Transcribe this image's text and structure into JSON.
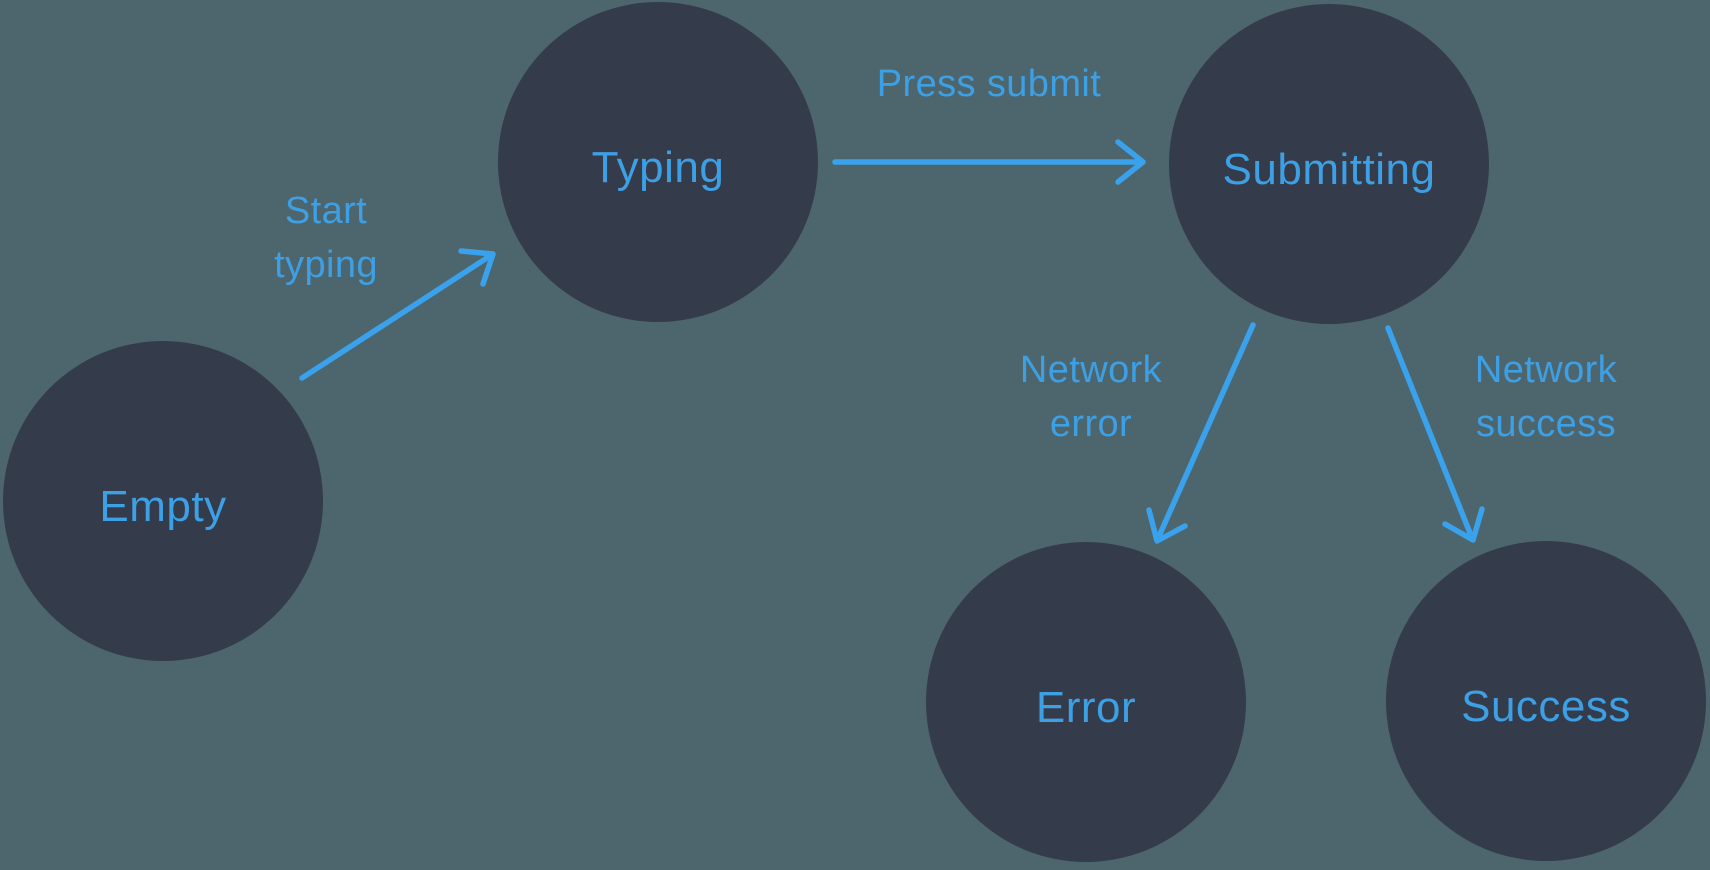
{
  "colors": {
    "background": "#4D666D",
    "node_fill": "#343B4A",
    "text_blue": "#3D9FE4",
    "arrow_blue": "#3AA2EC"
  },
  "diagram": {
    "type": "state-machine",
    "nodes": [
      {
        "id": "empty",
        "label": "Empty"
      },
      {
        "id": "typing",
        "label": "Typing"
      },
      {
        "id": "submitting",
        "label": "Submitting"
      },
      {
        "id": "error",
        "label": "Error"
      },
      {
        "id": "success",
        "label": "Success"
      }
    ],
    "edges": [
      {
        "from": "empty",
        "to": "typing",
        "label": "Start\ntyping"
      },
      {
        "from": "typing",
        "to": "submitting",
        "label": "Press submit"
      },
      {
        "from": "submitting",
        "to": "error",
        "label": "Network\nerror"
      },
      {
        "from": "submitting",
        "to": "success",
        "label": "Network\nsuccess"
      }
    ]
  }
}
